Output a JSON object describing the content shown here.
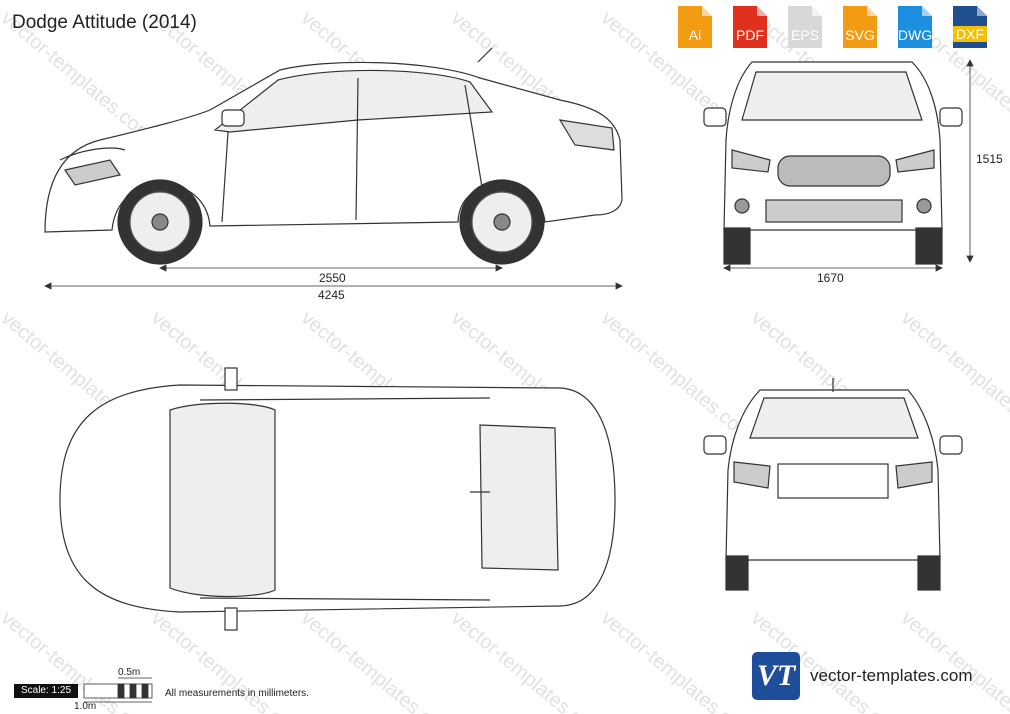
{
  "title": "Dodge Attitude (2014)",
  "formats": [
    {
      "label": "Ai",
      "color": "#f39c12"
    },
    {
      "label": "PDF",
      "color": "#e0301e"
    },
    {
      "label": "EPS",
      "color": "#e6e6e6"
    },
    {
      "label": "SVG",
      "color": "#f39c12"
    },
    {
      "label": "DWG",
      "color": "#1d8fe0"
    },
    {
      "label": "DXF",
      "color": "#1f4f8f"
    }
  ],
  "dimensions": {
    "wheelbase": "2550",
    "length": "4245",
    "width": "1670",
    "height": "1515"
  },
  "scale": {
    "label": "Scale: 1:25",
    "half_meter": "0.5m",
    "one_meter": "1.0m"
  },
  "note": "All measurements in millimeters.",
  "brand": {
    "logo_text": "VT",
    "site": "vector-templates.com"
  },
  "watermark_text": "vector-templates.com"
}
